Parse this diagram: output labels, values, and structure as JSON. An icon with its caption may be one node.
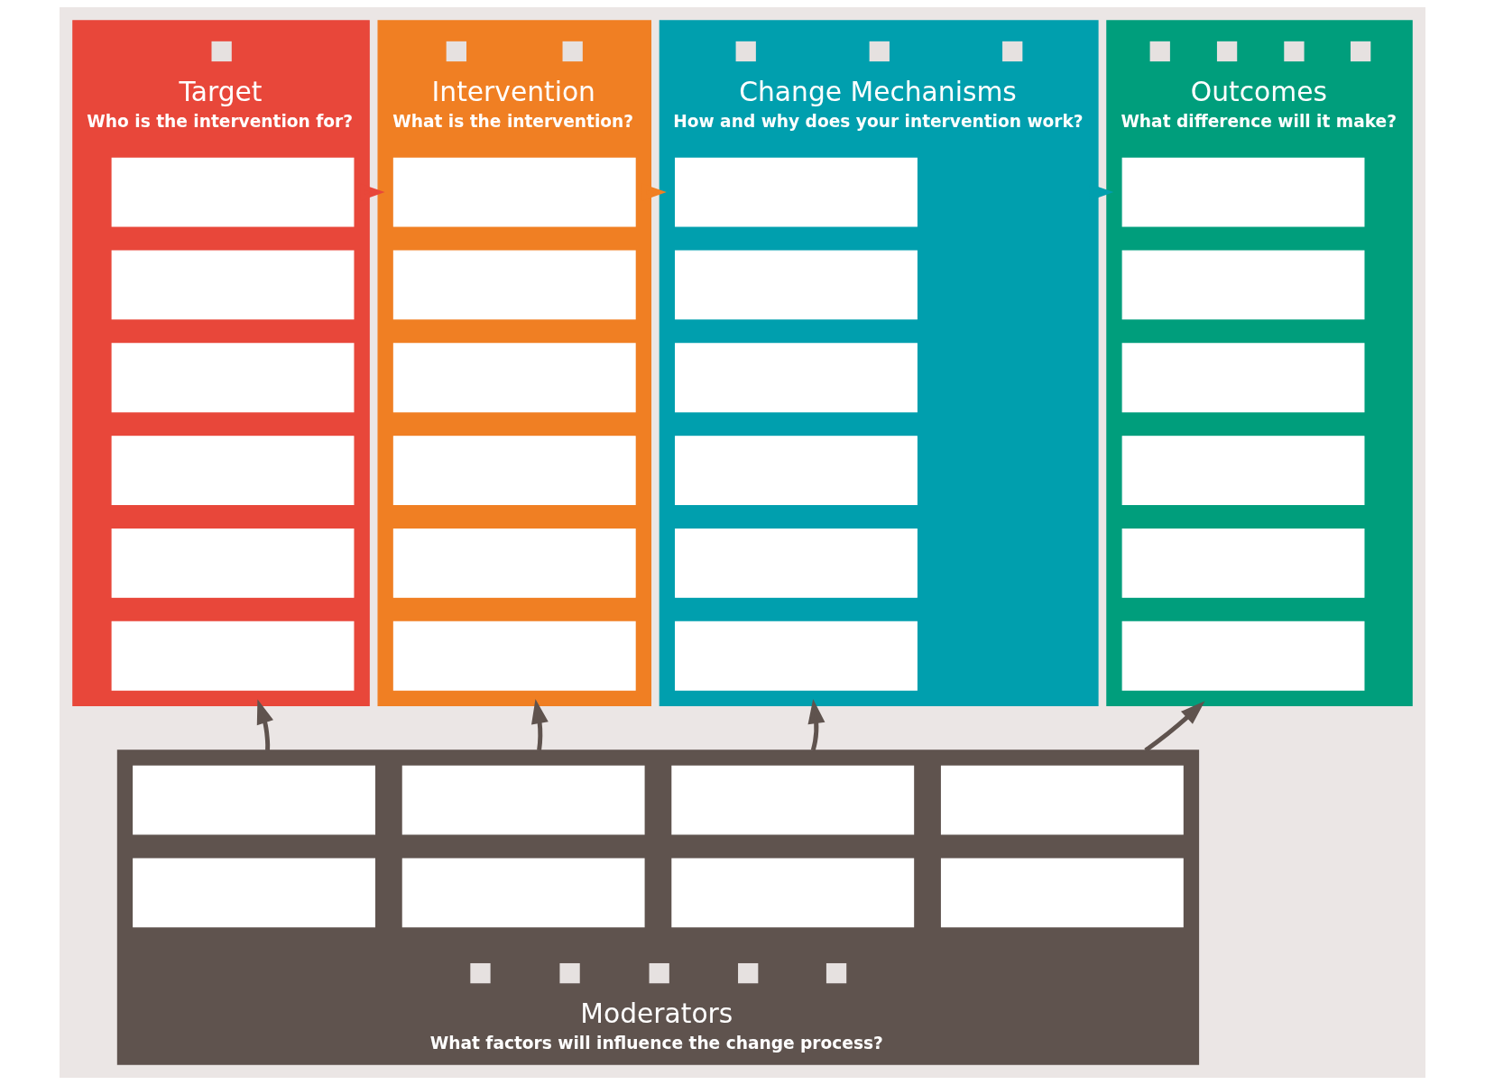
{
  "diagram": {
    "nodes": [
      {
        "text": [
          "Target",
          "Who is the intervention for?"
        ]
      },
      {
        "text": [],
        "shape": "box",
        "in": 0
      },
      {
        "text": [],
        "shape": "box",
        "in": 0
      },
      {
        "text": [],
        "shape": "box",
        "in": 0
      },
      {
        "text": [],
        "shape": "box",
        "in": 0
      },
      {
        "text": [],
        "shape": "box",
        "in": 0
      },
      {
        "text": [],
        "shape": "box",
        "in": 0
      },
      {
        "text": [
          "Intervention",
          "What is the intervention?"
        ]
      },
      {
        "text": [],
        "shape": "box",
        "in": 7
      },
      {
        "text": [],
        "shape": "box",
        "in": 7
      },
      {
        "text": [],
        "shape": "box",
        "in": 7
      },
      {
        "text": [],
        "shape": "box",
        "in": 7
      },
      {
        "text": [],
        "shape": "box",
        "in": 7
      },
      {
        "text": [],
        "shape": "box",
        "in": 7
      },
      {
        "text": [
          "Change Mechanisms",
          "How and why does your intervention work?"
        ]
      },
      {
        "text": [],
        "shape": "box",
        "in": 14
      },
      {
        "text": [],
        "shape": "box",
        "in": 14
      },
      {
        "text": [],
        "shape": "box",
        "in": 14
      },
      {
        "text": [],
        "shape": "box",
        "in": 14
      },
      {
        "text": [],
        "shape": "box",
        "in": 14
      },
      {
        "text": [],
        "shape": "box",
        "in": 14
      },
      {
        "text": [
          "Outcomes",
          "What difference will it make?"
        ]
      },
      {
        "text": [],
        "shape": "box",
        "in": 21
      },
      {
        "text": [],
        "shape": "box",
        "in": 21
      },
      {
        "text": [],
        "shape": "box",
        "in": 21
      },
      {
        "text": [],
        "shape": "box",
        "in": 21
      },
      {
        "text": [],
        "shape": "box",
        "in": 21
      },
      {
        "text": [],
        "shape": "box",
        "in": 21
      },
      {
        "text": [
          "Moderators",
          "What factors will influence the change process?"
        ]
      },
      {
        "text": [],
        "shape": "box",
        "in": 28
      },
      {
        "text": [],
        "shape": "box",
        "in": 28
      },
      {
        "text": [],
        "shape": "box",
        "in": 28
      },
      {
        "text": [],
        "shape": "box",
        "in": 28
      },
      {
        "text": [],
        "shape": "box",
        "in": 28
      },
      {
        "text": [],
        "shape": "box",
        "in": 28
      },
      {
        "text": [],
        "shape": "box",
        "in": 28
      },
      {
        "text": [],
        "shape": "box",
        "in": 28
      }
    ],
    "edges": [
      {
        "from": 0,
        "to": 7,
        "arrow": "to",
        "color": "#e8473a"
      },
      {
        "from": 7,
        "to": 14,
        "arrow": "to",
        "color": "#f07f23"
      },
      {
        "from": 14,
        "to": 21,
        "arrow": "to",
        "color": "#009fae"
      },
      {
        "from": 28,
        "to": 0,
        "arrow": "to"
      },
      {
        "from": 28,
        "to": 7,
        "arrow": "to"
      },
      {
        "from": 28,
        "to": 14,
        "arrow": "to"
      },
      {
        "from": 28,
        "to": 21,
        "arrow": "to"
      }
    ]
  }
}
